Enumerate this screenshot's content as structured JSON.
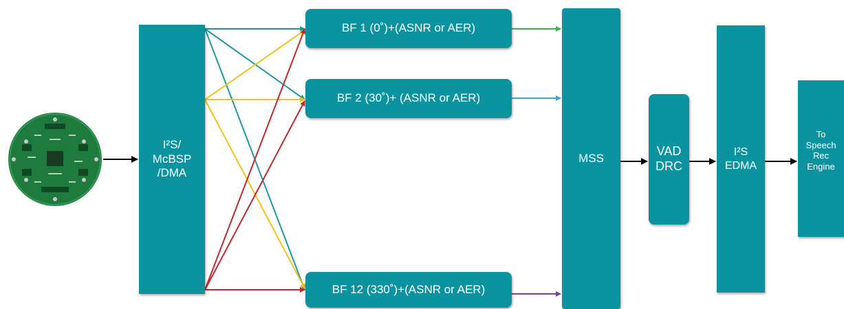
{
  "diagram": {
    "io_block": "I²S/\nMcBSP\n/DMA",
    "bf1": "BF 1 (0˚)+(ASNR or AER)",
    "bf2": "BF 2 (30˚)+ (ASNR or AER)",
    "bf12": "BF 12 (330˚)+(ASNR or AER)",
    "mss": "MSS",
    "vad_drc": "VAD\nDRC",
    "i2s_edma": "I²S\nEDMA",
    "engine": "To\nSpeech\nRec\nEngine"
  },
  "colors": {
    "block": "#0b94a0",
    "teal_line": "#1a9aa0",
    "yellow_line": "#f2c21b",
    "red_line": "#c1272d",
    "green_line": "#3bb54a",
    "blue_line": "#3aa6d6",
    "purple_line": "#7a3ea0",
    "arrow_black": "#000000",
    "board": "#1f7a3e"
  },
  "icons": {
    "mic_board": "circular-microphone-array-pcb"
  }
}
